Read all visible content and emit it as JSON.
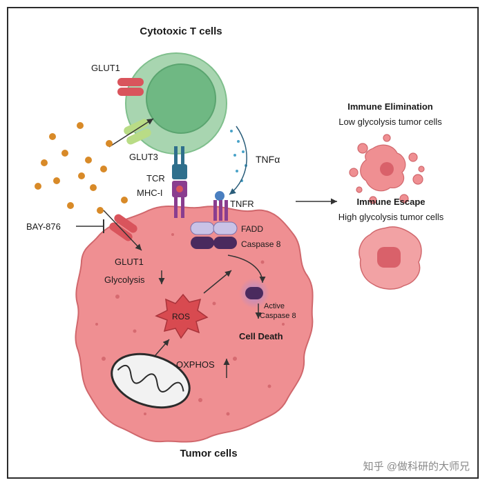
{
  "labels": {
    "tcell_title": "Cytotoxic T cells",
    "glut1_tcell": "GLUT1",
    "glut3": "GLUT3",
    "tcr": "TCR",
    "mhc": "MHC-I",
    "tnfa": "TNFα",
    "tnfr": "TNFR",
    "fadd": "FADD",
    "caspase8": "Caspase 8",
    "active": "Active",
    "active_caspase8": "Caspase 8",
    "cell_death": "Cell Death",
    "bay": "BAY-876",
    "glut1_tumor": "GLUT1",
    "glycolysis": "Glycolysis",
    "ros": "ROS",
    "oxphos": "OXPHOS",
    "tumor_title": "Tumor cells",
    "elimination_title": "Immune Elimination",
    "elimination_sub": "Low glycolysis tumor cells",
    "escape_title": "Immune Escape",
    "escape_sub": "High glycolysis tumor cells",
    "watermark": "知乎 @做科研的大师兄"
  },
  "colors": {
    "tcell_outer": "#a8d5b0",
    "tcell_inner": "#6fb883",
    "tumor_body": "#ef8f92",
    "tumor_dark": "#c9585e",
    "glut1": "#d9545c",
    "glut3": "#b9dc86",
    "tcr": "#2f6f8c",
    "mhc": "#8a3d8f",
    "fadd": "#c9c2e6",
    "caspase": "#4a2a5e",
    "ros": "#d84a50",
    "glucose": "#d88a28"
  }
}
